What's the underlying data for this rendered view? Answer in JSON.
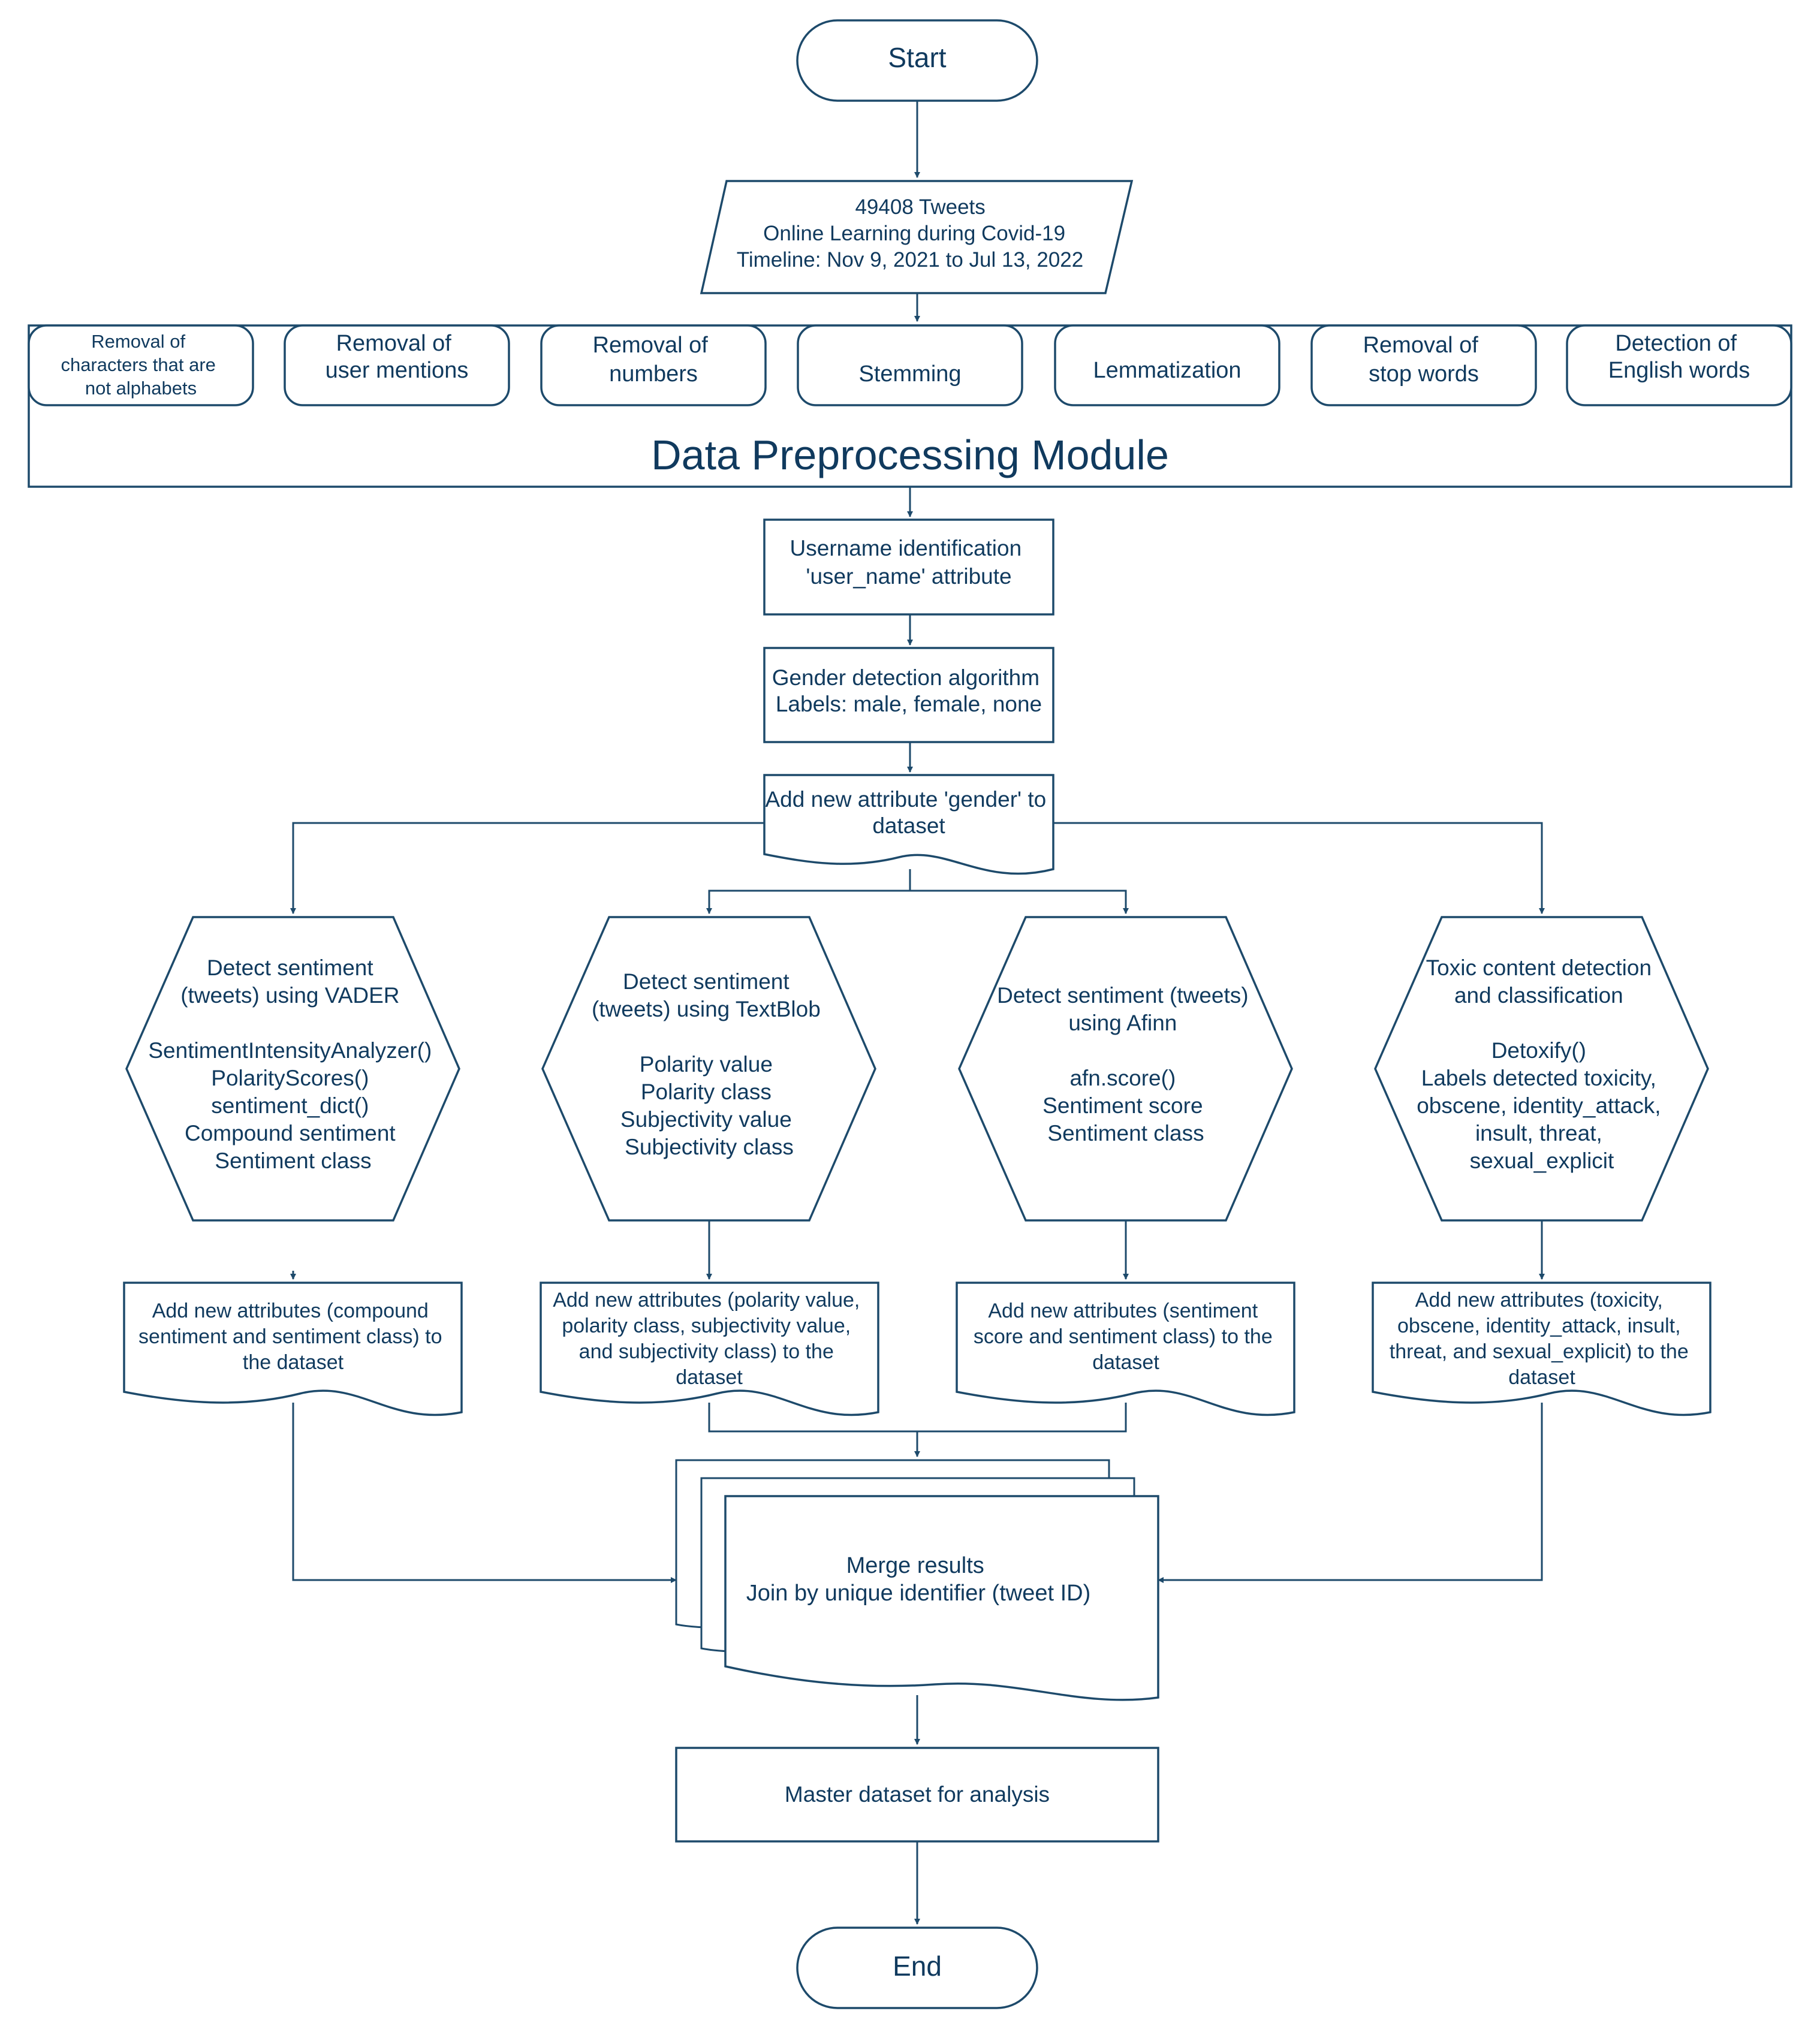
{
  "start": {
    "label": "Start"
  },
  "input": {
    "lines": [
      "49408 Tweets",
      "Online Learning during Covid-19",
      "Timeline: Nov 9, 2021 to Jul 13, 2022"
    ]
  },
  "preprocessing": {
    "title": "Data Preprocessing Module",
    "steps": [
      {
        "lines": [
          "Removal of",
          "characters that are",
          "not alphabets"
        ]
      },
      {
        "lines": [
          "Removal of",
          "user mentions"
        ]
      },
      {
        "lines": [
          "Removal of",
          "numbers"
        ]
      },
      {
        "lines": [
          "Stemming"
        ]
      },
      {
        "lines": [
          "Lemmatization"
        ]
      },
      {
        "lines": [
          "Removal of",
          "stop words"
        ]
      },
      {
        "lines": [
          "Detection of",
          "English words"
        ]
      }
    ]
  },
  "username": {
    "lines": [
      "Username identification",
      "'user_name' attribute"
    ]
  },
  "gender_algo": {
    "lines": [
      "Gender detection algorithm",
      "Labels: male, female, none"
    ]
  },
  "gender_attr": {
    "lines": [
      "Add new attribute 'gender' to",
      "dataset"
    ]
  },
  "analyzers": [
    {
      "lines": [
        "Detect sentiment",
        "(tweets) using VADER",
        "",
        "SentimentIntensityAnalyzer()",
        "PolarityScores()",
        "sentiment_dict()",
        "Compound sentiment",
        "Sentiment class"
      ]
    },
    {
      "lines": [
        "Detect sentiment",
        "(tweets) using TextBlob",
        "",
        "Polarity value",
        "Polarity class",
        "Subjectivity value",
        "Subjectivity class"
      ]
    },
    {
      "lines": [
        "Detect sentiment (tweets)",
        "using Afinn",
        "",
        "afn.score()",
        "Sentiment score",
        "Sentiment class"
      ]
    },
    {
      "lines": [
        "Toxic content detection",
        "and classification",
        "",
        "Detoxify()",
        "Labels detected toxicity,",
        "obscene, identity_attack,",
        "insult, threat,",
        "sexual_explicit"
      ]
    }
  ],
  "outputs": [
    {
      "lines": [
        "Add new attributes (compound",
        "sentiment and sentiment class) to",
        "the dataset"
      ]
    },
    {
      "lines": [
        "Add new attributes (polarity value,",
        "polarity class, subjectivity value,",
        "and subjectivity class) to the",
        "dataset"
      ]
    },
    {
      "lines": [
        "Add new attributes (sentiment",
        "score and sentiment class) to the",
        "dataset"
      ]
    },
    {
      "lines": [
        "Add new attributes (toxicity,",
        "obscene, identity_attack, insult,",
        "threat, and sexual_explicit) to the",
        "dataset"
      ]
    }
  ],
  "merge": {
    "lines": [
      "Merge results",
      "Join by unique identifier (tweet ID)"
    ]
  },
  "master": {
    "label": "Master dataset for analysis"
  },
  "end": {
    "label": "End"
  }
}
